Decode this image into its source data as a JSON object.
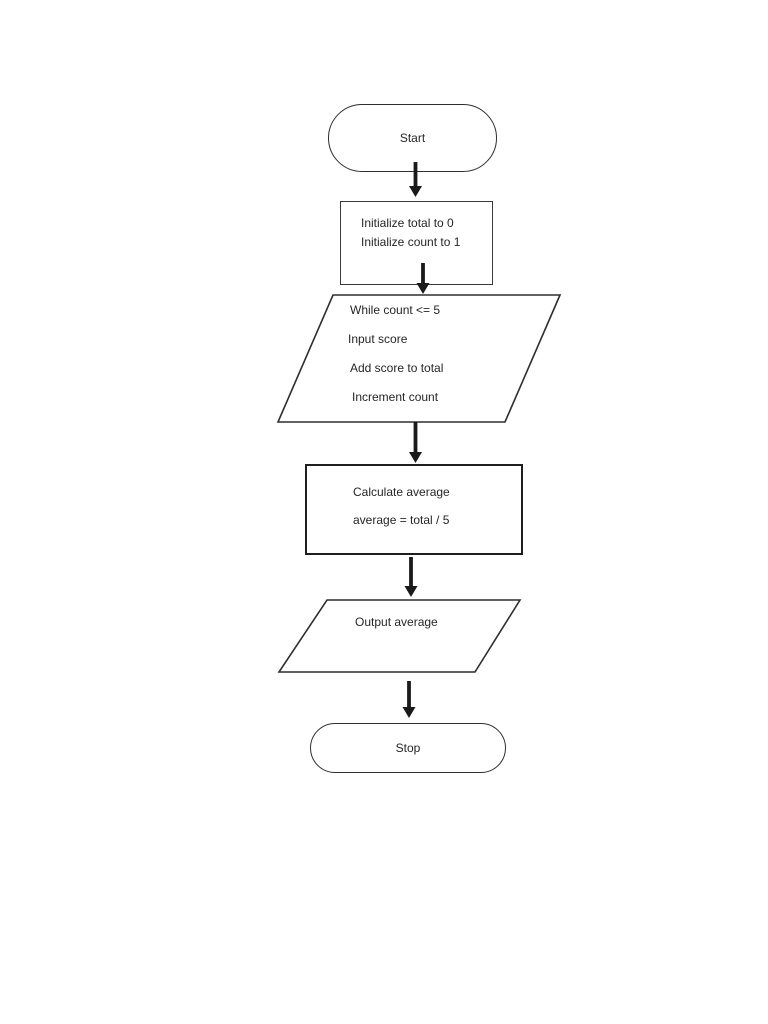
{
  "page": {
    "background": "#ffffff"
  },
  "flowchart": {
    "description": "Flowchart for averaging five input scores",
    "nodes": [
      {
        "id": "start",
        "type": "terminator",
        "label": "Start"
      },
      {
        "id": "init",
        "type": "process",
        "lines": [
          "Initialize total to 0",
          "Initialize count to 1"
        ]
      },
      {
        "id": "loop",
        "type": "input-output",
        "lines": [
          "While count <= 5",
          "Input score",
          "Add score to total",
          "Increment count"
        ]
      },
      {
        "id": "calc",
        "type": "process",
        "lines": [
          "Calculate average",
          "average = total / 5"
        ]
      },
      {
        "id": "output",
        "type": "input-output",
        "label": "Output average"
      },
      {
        "id": "stop",
        "type": "terminator",
        "label": "Stop"
      }
    ],
    "connections": [
      {
        "from": "start",
        "to": "init"
      },
      {
        "from": "init",
        "to": "loop"
      },
      {
        "from": "loop",
        "to": "calc"
      },
      {
        "from": "calc",
        "to": "output"
      },
      {
        "from": "output",
        "to": "stop"
      }
    ],
    "colors": {
      "shape_stroke": "#2e2e2e",
      "arrow": "#1a1a1a",
      "text": "#262626",
      "fill": "#ffffff"
    }
  }
}
